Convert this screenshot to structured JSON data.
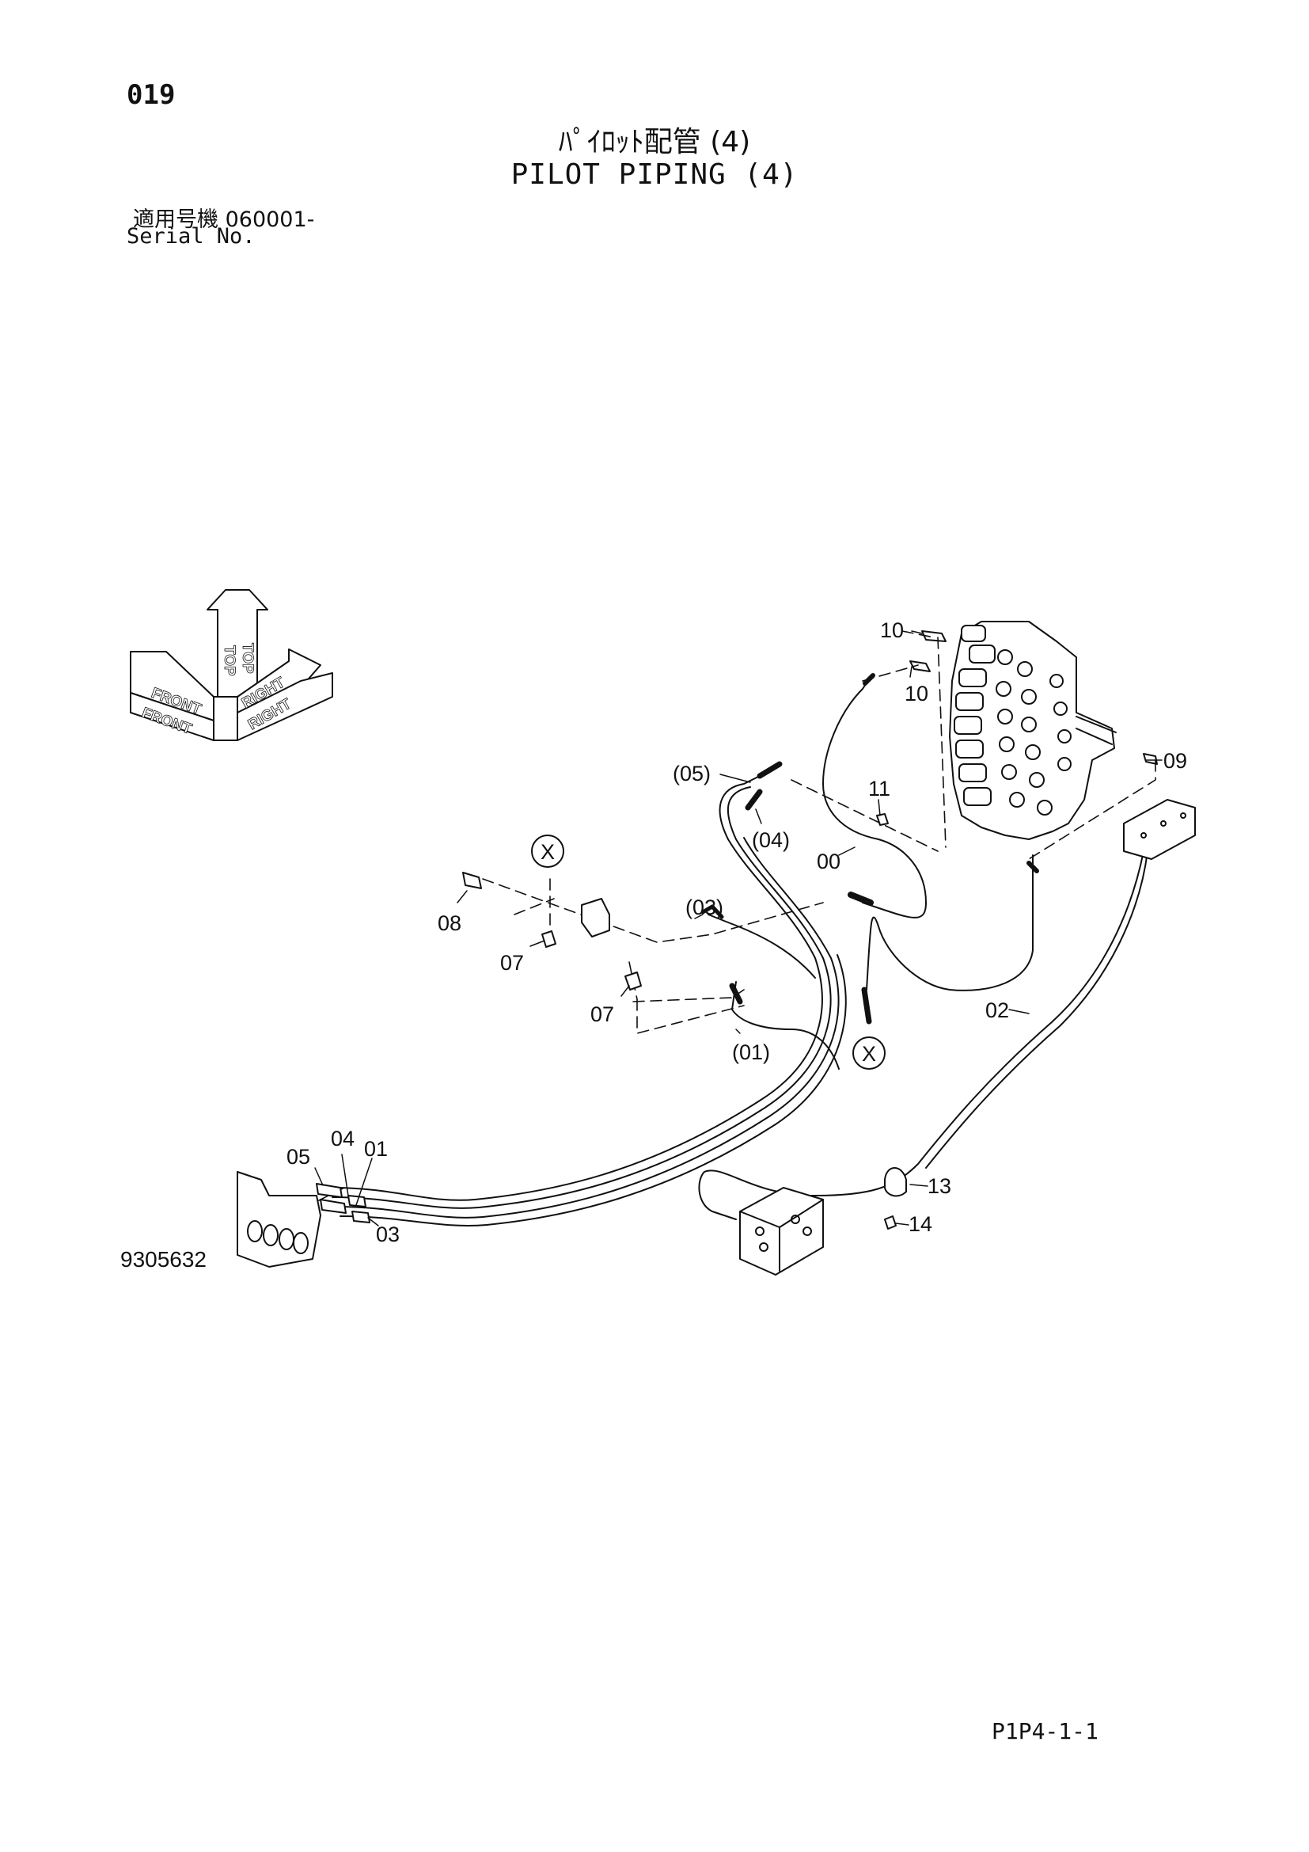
{
  "header": {
    "page_number": "019",
    "title_ja": "ﾊﾟｲﾛｯﾄ配管 (4)",
    "title_en": "PILOT PIPING (4)",
    "serial_ja": "適用号機  060001-",
    "serial_en": "Serial No."
  },
  "orientation": {
    "labels": [
      "FRONT",
      "FRONT",
      "TOP",
      "TOP",
      "RIGHT",
      "RIGHT"
    ]
  },
  "callouts": {
    "c10a": "10",
    "c10b": "10",
    "c09": "09",
    "c05p": "(05)",
    "c11": "11",
    "c04p": "(04)",
    "c00": "00",
    "cXa": "X",
    "c08": "08",
    "c07a": "07",
    "c03p": "(03)",
    "c07b": "07",
    "c02": "02",
    "c01p": "(01)",
    "cXb": "X",
    "c05": "05",
    "c04": "04",
    "c01": "01",
    "c03": "03",
    "c13": "13",
    "c14": "14"
  },
  "footer": {
    "figure_number": "9305632",
    "page_code": "P1P4-1-1"
  }
}
